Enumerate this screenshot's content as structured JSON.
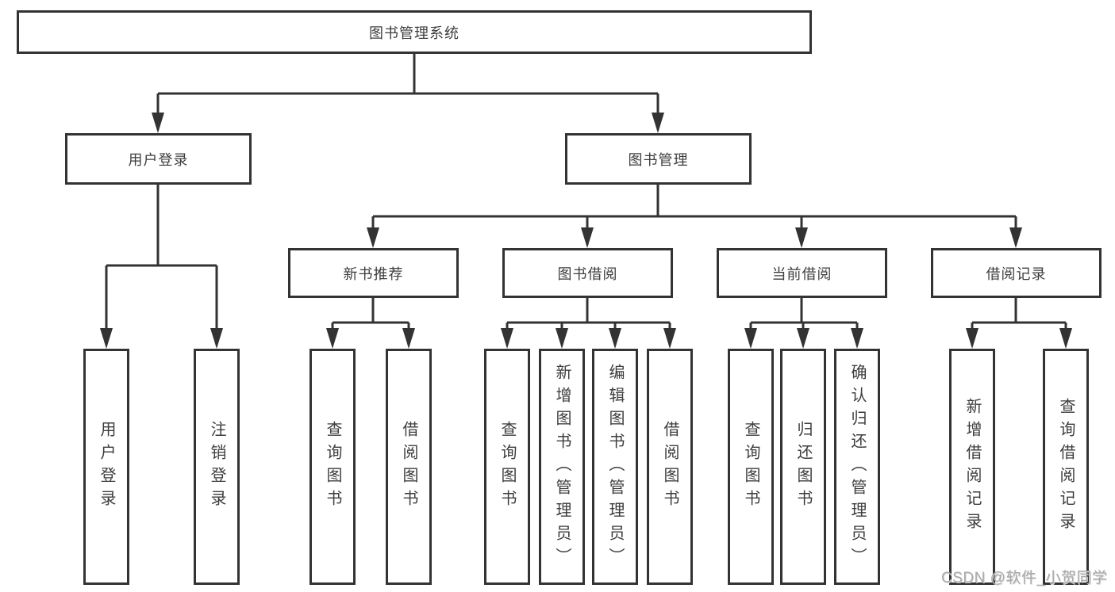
{
  "tree": {
    "root": {
      "label": "图书管理系统"
    },
    "branches": [
      {
        "label": "用户登录",
        "children": [
          {
            "label": "用户登录"
          },
          {
            "label": "注销登录"
          }
        ]
      },
      {
        "label": "图书管理",
        "sections": [
          {
            "label": "新书推荐",
            "children": [
              {
                "label": "查询图书"
              },
              {
                "label": "借阅图书"
              }
            ]
          },
          {
            "label": "图书借阅",
            "children": [
              {
                "label": "查询图书"
              },
              {
                "label": "新增图书（管理员）"
              },
              {
                "label": "编辑图书（管理员）"
              },
              {
                "label": "借阅图书"
              }
            ]
          },
          {
            "label": "当前借阅",
            "children": [
              {
                "label": "查询图书"
              },
              {
                "label": "归还图书"
              },
              {
                "label": "确认归还（管理员）"
              }
            ]
          },
          {
            "label": "借阅记录",
            "children": [
              {
                "label": "新增借阅记录"
              },
              {
                "label": "查询借阅记录"
              }
            ]
          }
        ]
      }
    ]
  },
  "watermark": {
    "text": "CSDN @软件_小贺同学"
  },
  "colors": {
    "line": "#333333",
    "text": "#3d3d3d",
    "watermark": "#a9a9a9",
    "background": "#ffffff"
  }
}
